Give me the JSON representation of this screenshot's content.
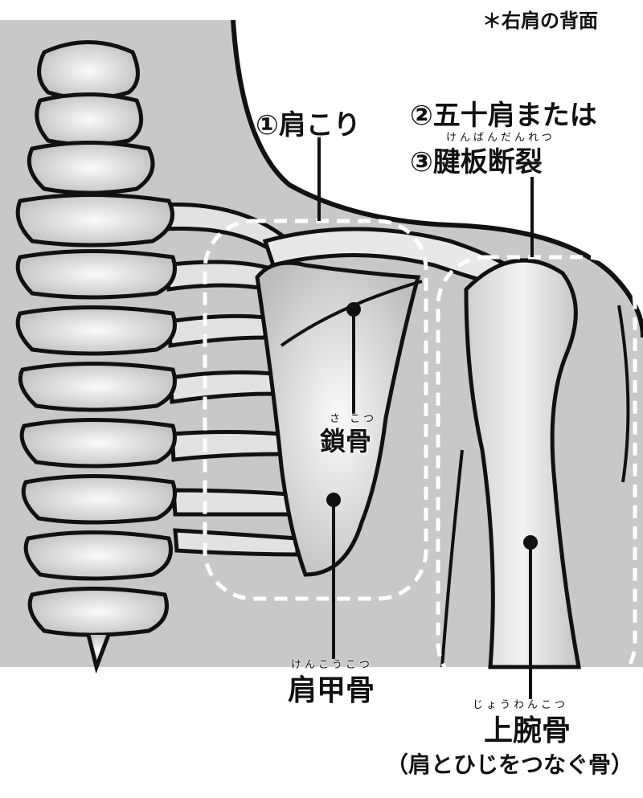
{
  "note": "＊右肩の背面",
  "labels": {
    "label1": "①肩こり",
    "label2": "②五十肩または",
    "label3_ruby": "けんばんだんれつ",
    "label3": "③腱板断裂",
    "clavicle_ruby": "さ こつ",
    "clavicle": "鎖骨",
    "scapula_ruby": "けんこうこつ",
    "scapula": "肩甲骨",
    "humerus_ruby": "じょうわんこつ",
    "humerus": "上腕骨",
    "humerus_note": "（肩とひじをつなぐ骨）"
  },
  "colors": {
    "background": "#c8c8c8",
    "bone": "#e6e6e6",
    "outline": "#111111",
    "dash": "#ffffff"
  }
}
